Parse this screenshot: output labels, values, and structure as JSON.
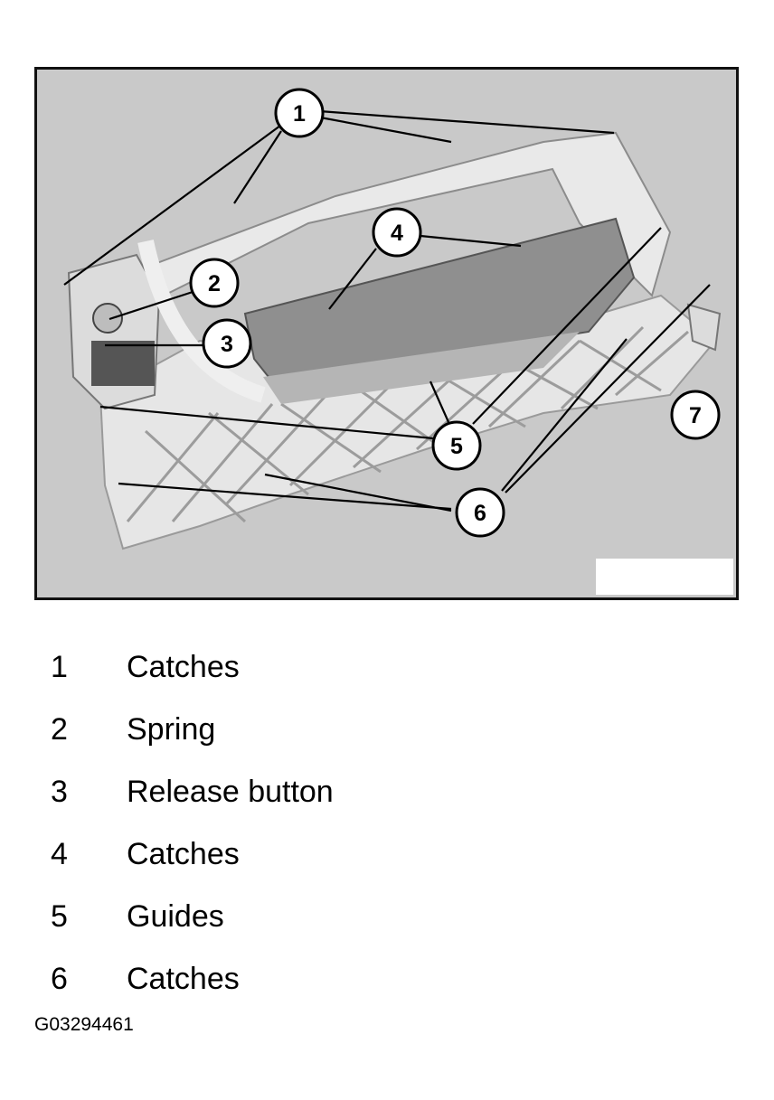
{
  "figure": {
    "callouts": [
      "1",
      "2",
      "3",
      "4",
      "5",
      "6",
      "7"
    ],
    "colors": {
      "background": "#c9c9c9",
      "part": "#e4e4e4",
      "part_dark": "#8e8e8e",
      "line": "#000000"
    }
  },
  "legend": [
    {
      "number": "1",
      "label": "Catches"
    },
    {
      "number": "2",
      "label": "Spring"
    },
    {
      "number": "3",
      "label": "Release button"
    },
    {
      "number": "4",
      "label": "Catches"
    },
    {
      "number": "5",
      "label": "Guides"
    },
    {
      "number": "6",
      "label": "Catches"
    }
  ],
  "figure_id": "G03294461"
}
